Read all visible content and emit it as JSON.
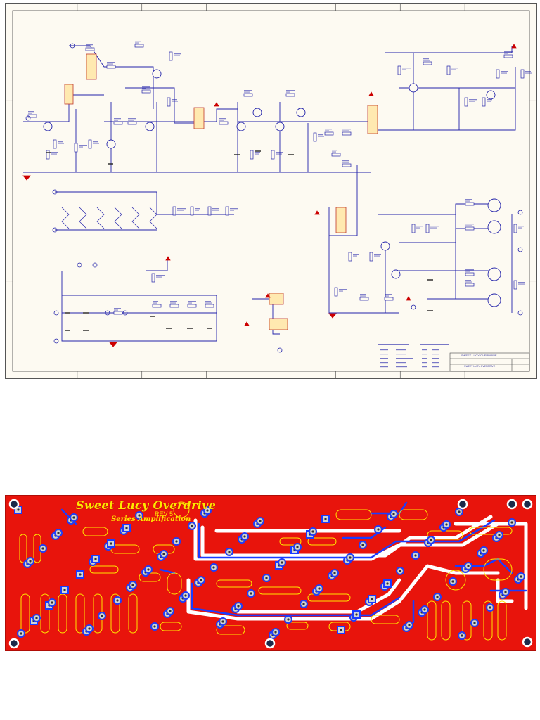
{
  "schematic": {
    "title_block": {
      "title": "SWEET LUCY OVERDRIVE",
      "sheet_name": "SWEET LUCY OVERDRIVE"
    },
    "accent_colors": {
      "wire": "#2222aa",
      "component_outline": "#c0392b",
      "ic_fill": "#ffe9b0",
      "power_symbol": "#cc0000",
      "sheet_background": "#fdfaf2"
    }
  },
  "pcb": {
    "title": "Sweet Lucy Overdrive",
    "revision": "REV 5",
    "subtitle": "Series Amplification",
    "board_color": "#e8140c",
    "silkscreen_color": "#ffe600",
    "trace_color": "#ffffff",
    "bottom_trace_color": "#1a3cff"
  }
}
